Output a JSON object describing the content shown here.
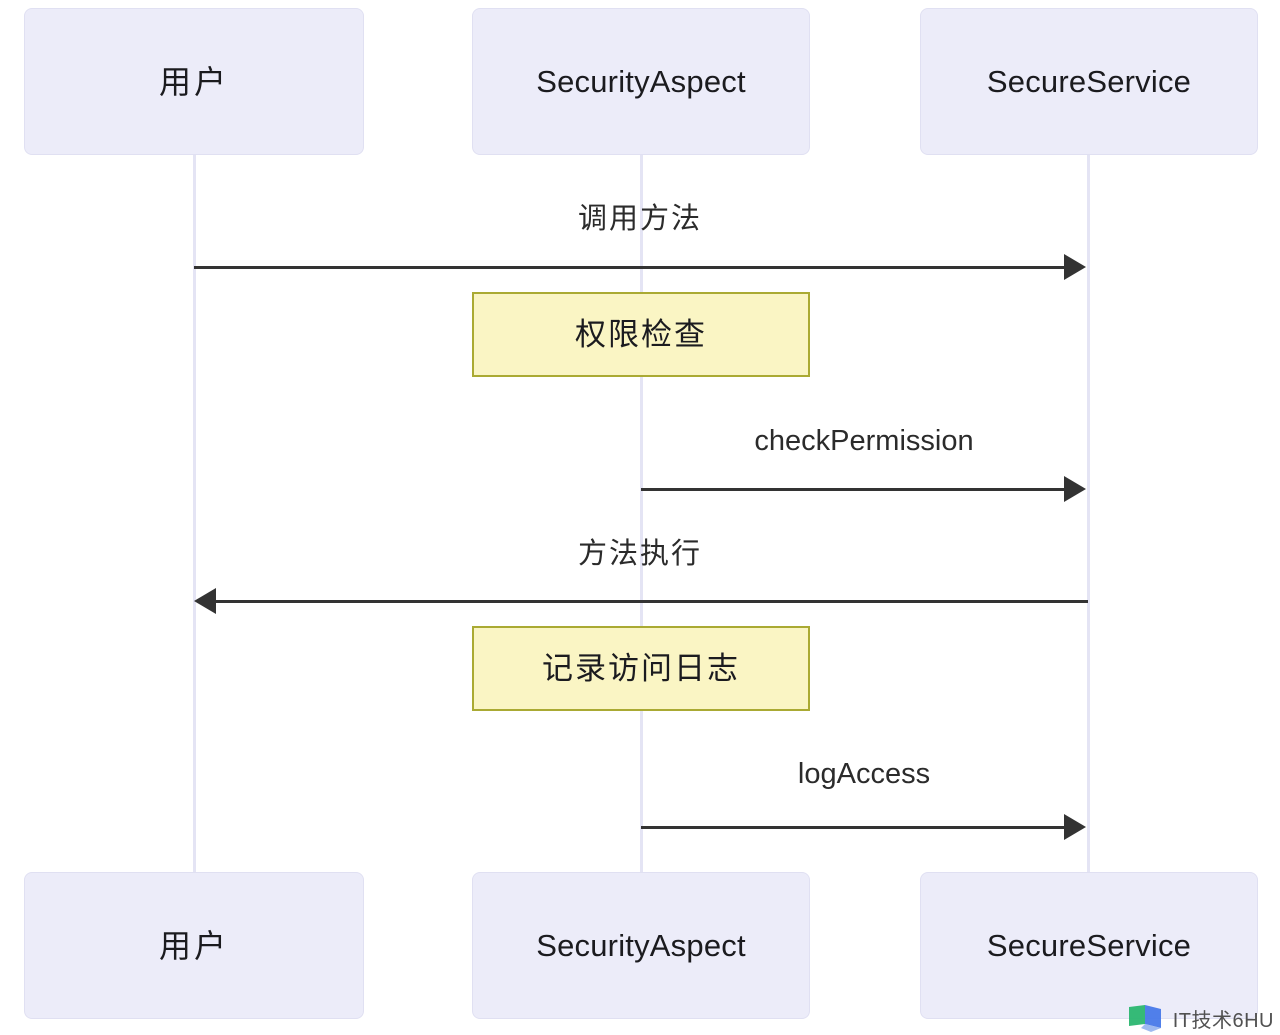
{
  "diagram": {
    "type": "sequence-diagram",
    "background_color": "#ffffff",
    "actor_fill": "#ECECF9",
    "actor_border": "#E0E0F2",
    "lifeline_color": "#E4E4F4",
    "note_fill": "#FAF5C4",
    "note_border": "#AAAA33",
    "message_color": "#333333"
  },
  "participants": [
    {
      "id": "user",
      "top_label": "用户",
      "bottom_label": "用户"
    },
    {
      "id": "aspect",
      "top_label": "SecurityAspect",
      "bottom_label": "SecurityAspect"
    },
    {
      "id": "service",
      "top_label": "SecureService",
      "bottom_label": "SecureService"
    }
  ],
  "messages": [
    {
      "id": "m1",
      "label": "调用方法",
      "from": "user",
      "to": "service",
      "direction": "right"
    },
    {
      "id": "m2",
      "label": "checkPermission",
      "from": "aspect",
      "to": "service",
      "direction": "right"
    },
    {
      "id": "m3",
      "label": "方法执行",
      "from": "service",
      "to": "user",
      "direction": "left"
    },
    {
      "id": "m4",
      "label": "logAccess",
      "from": "aspect",
      "to": "service",
      "direction": "right"
    }
  ],
  "notes": [
    {
      "id": "n1",
      "label": "权限检查",
      "over": "aspect"
    },
    {
      "id": "n2",
      "label": "记录访问日志",
      "over": "aspect"
    }
  ],
  "watermark": {
    "text": "IT技术6HU",
    "logo_icon": "book-logo-icon",
    "logo_colors": [
      "#2EB872",
      "#4A7BEA",
      "#9BB8F0"
    ]
  }
}
